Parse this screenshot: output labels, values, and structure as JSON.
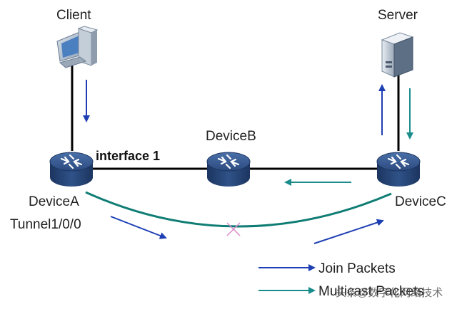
{
  "nodes": {
    "client": "Client",
    "server": "Server",
    "device_a": "DeviceA",
    "device_b": "DeviceB",
    "device_c": "DeviceC"
  },
  "labels": {
    "interface": "interface 1",
    "tunnel": "Tunnel1/0/0"
  },
  "legend": {
    "join": "Join Packets",
    "multicast": "Multicast Packets"
  },
  "watermark": "头条@数字化网络技术",
  "colors": {
    "join_arrow": "#1e3fb4",
    "multicast_arrow": "#1a8c8c",
    "tunnel": "#0f7d74",
    "break_mark": "#d98acb",
    "router_body": "#2a4a78",
    "link": "#000000"
  }
}
